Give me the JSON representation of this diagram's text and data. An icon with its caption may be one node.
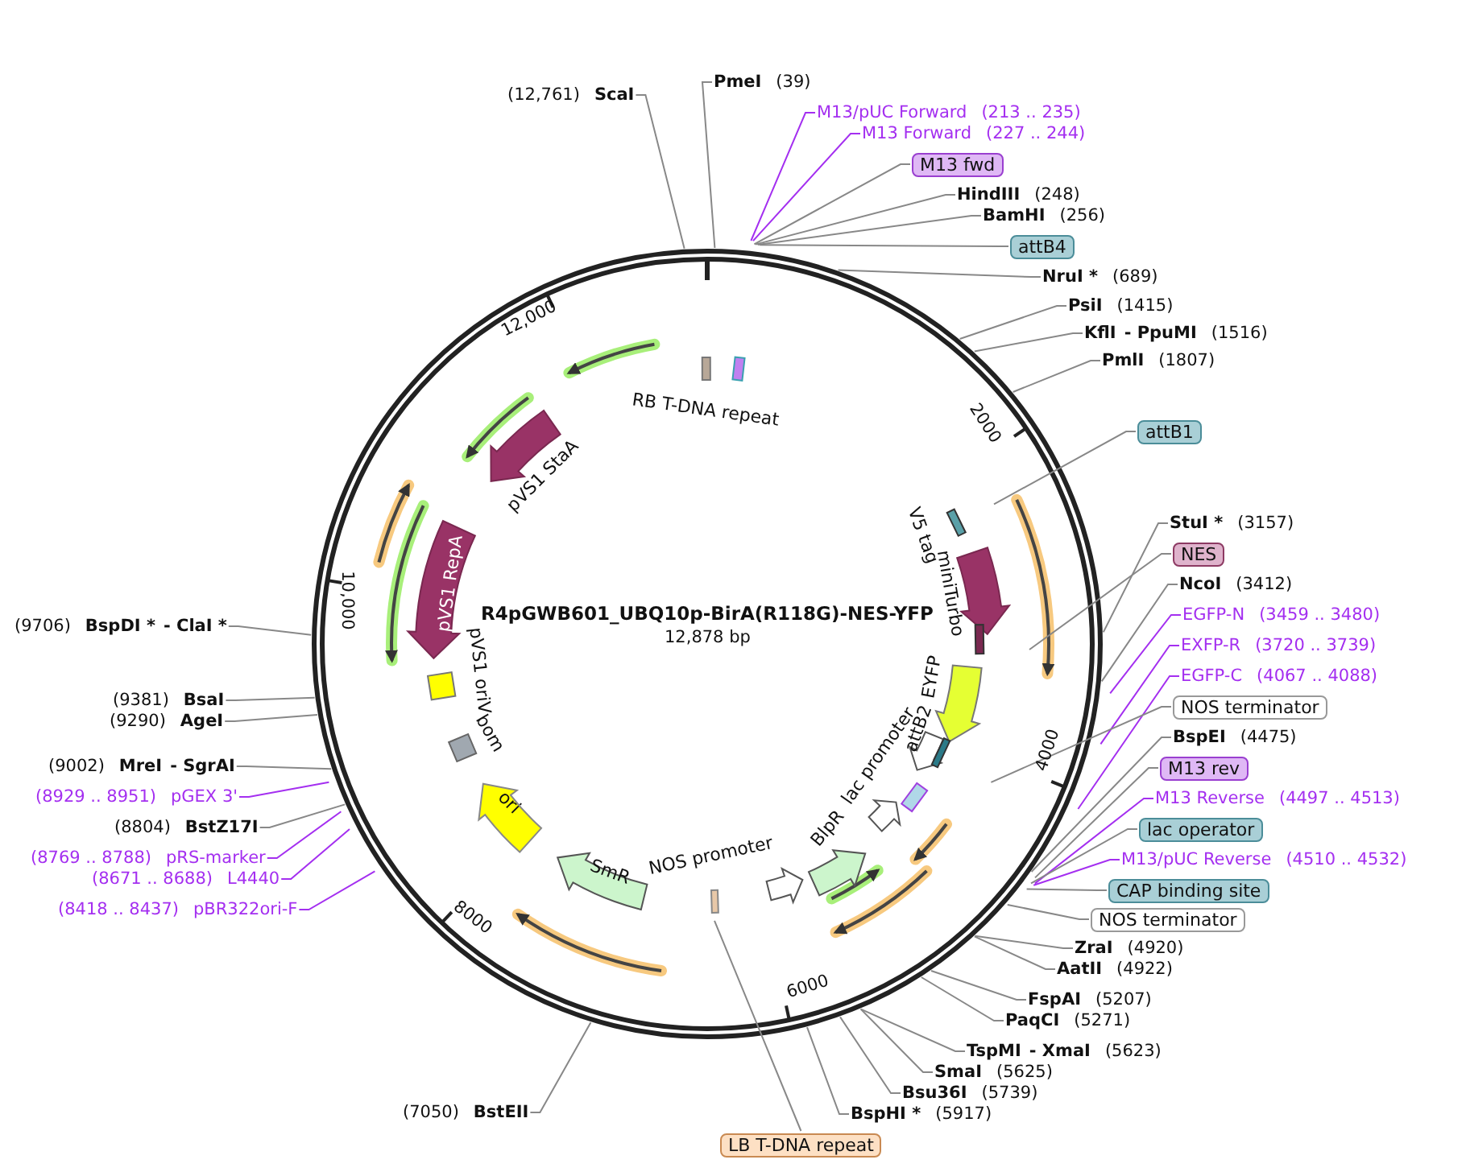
{
  "diagram": {
    "title": "R4pGWB601_UBQ10p-BirA(R118G)-NES-YFP",
    "caption": "12,878 bp",
    "nodes": [
      {
        "text": [
          "(12,761)",
          "ScaI"
        ]
      },
      {
        "text": [
          "PmeI",
          "(39)"
        ]
      },
      {
        "text": [
          "M13/pUC Forward",
          "(213 .. 235)"
        ]
      },
      {
        "text": [
          "M13 Forward",
          "(227 .. 244)"
        ]
      },
      {
        "text": [
          "M13 fwd"
        ]
      },
      {
        "text": [
          "HindIII",
          "(248)"
        ]
      },
      {
        "text": [
          "BamHI",
          "(256)"
        ]
      },
      {
        "text": [
          "attB4"
        ]
      },
      {
        "text": [
          "NruI *",
          "(689)"
        ]
      },
      {
        "text": [
          "PsiI",
          "(1415)"
        ]
      },
      {
        "text": [
          "KflI",
          "- PpuMI",
          "(1516)"
        ]
      },
      {
        "text": [
          "PmlI",
          "(1807)"
        ]
      },
      {
        "text": [
          "attB1"
        ]
      },
      {
        "text": [
          "StuI *",
          "(3157)"
        ]
      },
      {
        "text": [
          "NES"
        ]
      },
      {
        "text": [
          "NcoI",
          "(3412)"
        ]
      },
      {
        "text": [
          "EGFP-N",
          "(3459 .. 3480)"
        ]
      },
      {
        "text": [
          "EXFP-R",
          "(3720 .. 3739)"
        ]
      },
      {
        "text": [
          "EGFP-C",
          "(4067 .. 4088)"
        ]
      },
      {
        "text": [
          "NOS terminator"
        ]
      },
      {
        "text": [
          "BspEI",
          "(4475)"
        ]
      },
      {
        "text": [
          "M13 rev"
        ]
      },
      {
        "text": [
          "M13 Reverse",
          "(4497 .. 4513)"
        ]
      },
      {
        "text": [
          "lac operator"
        ]
      },
      {
        "text": [
          "M13/pUC Reverse",
          "(4510 .. 4532)"
        ]
      },
      {
        "text": [
          "CAP binding site"
        ]
      },
      {
        "text": [
          "NOS terminator"
        ]
      },
      {
        "text": [
          "ZraI",
          "(4920)"
        ]
      },
      {
        "text": [
          "AatII",
          "(4922)"
        ]
      },
      {
        "text": [
          "FspAI",
          "(5207)"
        ]
      },
      {
        "text": [
          "PaqCI",
          "(5271)"
        ]
      },
      {
        "text": [
          "TspMI",
          "- XmaI",
          "(5623)"
        ]
      },
      {
        "text": [
          "SmaI",
          "(5625)"
        ]
      },
      {
        "text": [
          "Bsu36I",
          "(5739)"
        ]
      },
      {
        "text": [
          "BspHI *",
          "(5917)"
        ]
      },
      {
        "text": [
          "LB T-DNA repeat"
        ]
      },
      {
        "text": [
          "(7050)",
          "BstEII"
        ]
      },
      {
        "text": [
          "(8418 .. 8437)",
          "pBR322ori-F"
        ]
      },
      {
        "text": [
          "(8671 .. 8688)",
          "L4440"
        ]
      },
      {
        "text": [
          "(8769 .. 8788)",
          "pRS-marker"
        ]
      },
      {
        "text": [
          "(8804)",
          "BstZ17I"
        ]
      },
      {
        "text": [
          "(8929 .. 8951)",
          "pGEX 3'"
        ]
      },
      {
        "text": [
          "(9002)",
          "MreI",
          "- SgrAI"
        ]
      },
      {
        "text": [
          "(9290)",
          "AgeI"
        ]
      },
      {
        "text": [
          "(9381)",
          "BsaI"
        ]
      },
      {
        "text": [
          "(9706)",
          "BspDI *",
          "- ClaI *"
        ]
      },
      {
        "text": [
          "RB T-DNA repeat"
        ]
      },
      {
        "text": [
          "pVS1 StaA"
        ]
      },
      {
        "text": [
          "pVS1 RepA"
        ]
      },
      {
        "text": [
          "pVS1 oriV"
        ]
      },
      {
        "text": [
          "bom"
        ]
      },
      {
        "text": [
          "ori"
        ]
      },
      {
        "text": [
          "SmR"
        ]
      },
      {
        "text": [
          "NOS promoter"
        ]
      },
      {
        "text": [
          "BlpR"
        ]
      },
      {
        "text": [
          "lac promoter"
        ]
      },
      {
        "text": [
          "attB2"
        ]
      },
      {
        "text": [
          "EYFP"
        ]
      },
      {
        "text": [
          "miniTurbo"
        ]
      },
      {
        "text": [
          "V5 tag"
        ]
      }
    ],
    "edges": [
      {
        "from": 0,
        "to": null,
        "arrow": "none"
      },
      {
        "from": 1,
        "to": null,
        "arrow": "none"
      },
      {
        "from": 2,
        "to": null,
        "arrow": "none",
        "color": "#a42ff0"
      },
      {
        "from": 3,
        "to": null,
        "arrow": "none",
        "color": "#a42ff0"
      },
      {
        "from": 4,
        "to": null,
        "arrow": "none"
      },
      {
        "from": 5,
        "to": null,
        "arrow": "none"
      },
      {
        "from": 6,
        "to": null,
        "arrow": "none"
      },
      {
        "from": 7,
        "to": null,
        "arrow": "none"
      },
      {
        "from": 8,
        "to": null,
        "arrow": "none"
      },
      {
        "from": 9,
        "to": null,
        "arrow": "none"
      },
      {
        "from": 10,
        "to": null,
        "arrow": "none"
      },
      {
        "from": 11,
        "to": null,
        "arrow": "none"
      },
      {
        "from": 12,
        "to": null,
        "arrow": "none"
      },
      {
        "from": 13,
        "to": null,
        "arrow": "none"
      },
      {
        "from": 14,
        "to": null,
        "arrow": "none"
      },
      {
        "from": 15,
        "to": null,
        "arrow": "none"
      },
      {
        "from": 16,
        "to": null,
        "arrow": "none",
        "color": "#a42ff0"
      },
      {
        "from": 17,
        "to": null,
        "arrow": "none",
        "color": "#a42ff0"
      },
      {
        "from": 18,
        "to": null,
        "arrow": "none",
        "color": "#a42ff0"
      },
      {
        "from": 19,
        "to": null,
        "arrow": "none"
      },
      {
        "from": 20,
        "to": null,
        "arrow": "none"
      },
      {
        "from": 21,
        "to": null,
        "arrow": "none"
      },
      {
        "from": 22,
        "to": null,
        "arrow": "none",
        "color": "#a42ff0"
      },
      {
        "from": 23,
        "to": null,
        "arrow": "none"
      },
      {
        "from": 24,
        "to": null,
        "arrow": "none",
        "color": "#a42ff0"
      },
      {
        "from": 25,
        "to": null,
        "arrow": "none"
      },
      {
        "from": 26,
        "to": null,
        "arrow": "none"
      },
      {
        "from": 27,
        "to": null,
        "arrow": "none"
      },
      {
        "from": 28,
        "to": null,
        "arrow": "none"
      },
      {
        "from": 29,
        "to": null,
        "arrow": "none"
      },
      {
        "from": 30,
        "to": null,
        "arrow": "none"
      },
      {
        "from": 31,
        "to": null,
        "arrow": "none"
      },
      {
        "from": 32,
        "to": null,
        "arrow": "none"
      },
      {
        "from": 33,
        "to": null,
        "arrow": "none"
      },
      {
        "from": 34,
        "to": null,
        "arrow": "none"
      },
      {
        "from": 35,
        "to": null,
        "arrow": "none"
      },
      {
        "from": 36,
        "to": null,
        "arrow": "none"
      },
      {
        "from": 37,
        "to": null,
        "arrow": "none",
        "color": "#a42ff0"
      },
      {
        "from": 38,
        "to": null,
        "arrow": "none",
        "color": "#a42ff0"
      },
      {
        "from": 39,
        "to": null,
        "arrow": "none",
        "color": "#a42ff0"
      },
      {
        "from": 40,
        "to": null,
        "arrow": "none"
      },
      {
        "from": 41,
        "to": null,
        "arrow": "none",
        "color": "#a42ff0"
      },
      {
        "from": 42,
        "to": null,
        "arrow": "none"
      },
      {
        "from": 43,
        "to": null,
        "arrow": "none"
      },
      {
        "from": 44,
        "to": null,
        "arrow": "none"
      },
      {
        "from": 45,
        "to": null,
        "arrow": "none"
      }
    ],
    "labels": [
      "12,000",
      "2000",
      "10,000",
      "4000",
      "8000",
      "6000"
    ]
  }
}
